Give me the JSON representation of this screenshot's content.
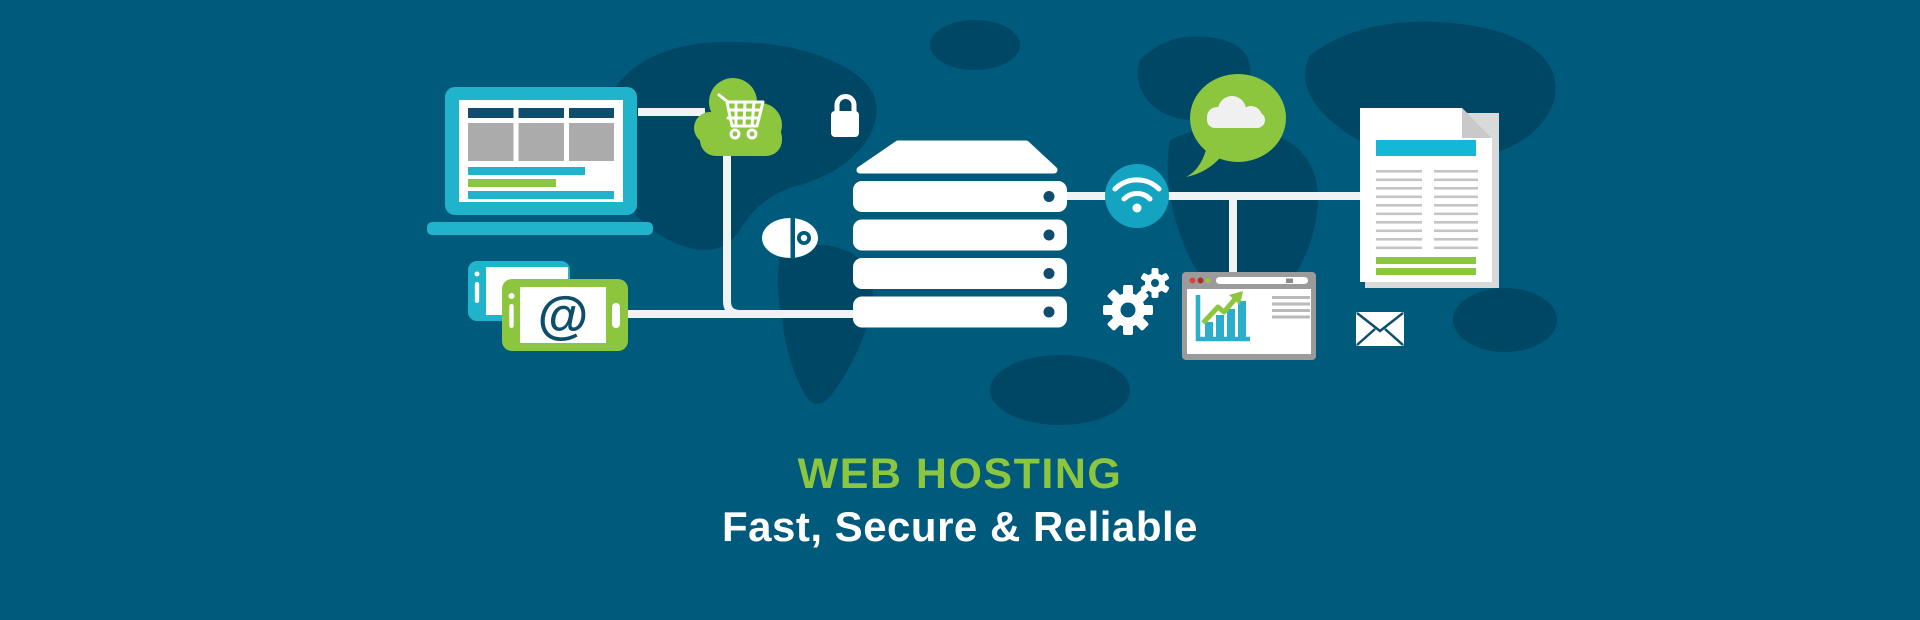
{
  "banner": {
    "title": "WEB HOSTING",
    "subtitle": "Fast, Secure & Reliable"
  },
  "glyphs": {
    "at": "@"
  },
  "colors": {
    "background": "#005A7C",
    "map": "#00344F",
    "line": "#EFF3F3",
    "teal": "#1FB3CC",
    "teal_dark": "#15A3C2",
    "doc_header": "#15B7D6",
    "green": "#8CC63F",
    "navy": "#0E4D6D",
    "gray": "#ABABAB",
    "gray_light": "#C9C9C9",
    "browser_frame": "#9B9B9B",
    "dot_red": "#DC4437",
    "dot_dark_red": "#A93226",
    "dot_green": "#9FC43C",
    "title": "#8CC63F",
    "subtitle": "#FFFFFF"
  },
  "icons": [
    {
      "name": "laptop-browser-icon",
      "meaning": "website on laptop"
    },
    {
      "name": "cloud-cart-icon",
      "meaning": "e-commerce cloud"
    },
    {
      "name": "padlock-icon",
      "meaning": "security"
    },
    {
      "name": "server-stack-icon",
      "meaning": "hosting server"
    },
    {
      "name": "wifi-icon",
      "meaning": "connectivity"
    },
    {
      "name": "cloud-speech-bubble-icon",
      "meaning": "cloud messaging"
    },
    {
      "name": "document-icon",
      "meaning": "content page"
    },
    {
      "name": "mobile-devices-email-icon",
      "meaning": "mobile email"
    },
    {
      "name": "mouse-icon",
      "meaning": "computer mouse"
    },
    {
      "name": "gears-icon",
      "meaning": "configuration"
    },
    {
      "name": "browser-chart-icon",
      "meaning": "analytics window"
    },
    {
      "name": "envelope-icon",
      "meaning": "mail"
    }
  ]
}
